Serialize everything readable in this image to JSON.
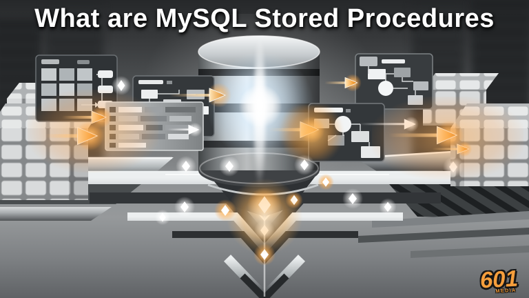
{
  "title": {
    "text": "What are MySQL Stored Procedures"
  },
  "branding": {
    "logo_number": "601",
    "logo_sub": "MEDIA"
  },
  "colors": {
    "accent_orange": "#F59E3C",
    "glow_white": "#FFFFFF",
    "metal_light": "#E8EAEB",
    "metal_dark": "#4A4D4F",
    "panel_dark": "#34383B",
    "floor_gray": "#8B8F91",
    "background_top": "#26282A"
  },
  "scene": {
    "center_object": "database-cylinder",
    "left_objects": [
      "data-cube-stack",
      "data-cube-stack",
      "schema-grid-panel",
      "flowchart-panel",
      "table-rows-panel"
    ],
    "right_objects": [
      "flowchart-panel",
      "flowchart-panel",
      "data-cube-stack",
      "data-cube-stack"
    ],
    "flow_direction": "left-to-right",
    "platform": "chevron-circuit",
    "node_shape": "diamond"
  }
}
